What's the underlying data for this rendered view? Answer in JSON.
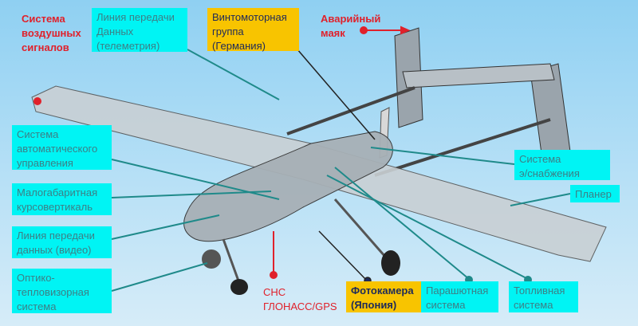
{
  "labels": {
    "air_data": "Система\nвоздушных\nсигналов",
    "telemetry": "Линия передачи\nДанных\n(телеметрия)",
    "engine": "Винтомоторная\nгруппа\n(Германия)",
    "beacon": "Аварийный\n маяк",
    "autopilot": "Система\nавтоматического\nуправления",
    "heading": "Малогабаритная\nкурсовертикаль",
    "video": "Линия передачи\nданных (видео)",
    "optics": "Оптико-\nтепловизорная\nсистема",
    "gnss": "СНС\nГЛОНАСС/GPS",
    "camera": "Фотокамера\n(Япония)",
    "parachute": "Парашютная\nсистема",
    "fuel": "Топливная\nсистема",
    "power": "Система\nэ/снабжения",
    "airframe": "Планер"
  },
  "colors": {
    "cyan": "#00f4f4",
    "yellow": "#f8c400",
    "red": "#e0212b",
    "leader": "#1f8a8a"
  }
}
